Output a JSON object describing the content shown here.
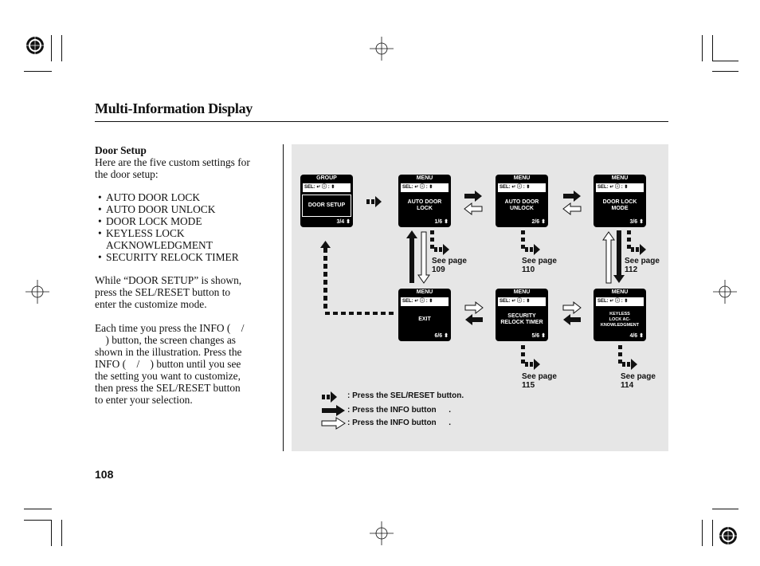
{
  "header": {
    "title": "Multi-Information Display"
  },
  "door_setup": {
    "heading": "Door Setup",
    "intro_lines": [
      "Here are the five custom settings for",
      "the door setup:"
    ],
    "settings": [
      "AUTO DOOR LOCK",
      "AUTO DOOR UNLOCK",
      "DOOR LOCK MODE",
      "KEYLESS LOCK",
      "SECURITY RELOCK TIMER"
    ],
    "settings_continuation": "ACKNOWLEDGMENT",
    "para2_lines": [
      "While “DOOR SETUP” is shown,",
      "press the SEL/RESET button to",
      "enter the customize mode."
    ],
    "para3_lines": [
      "Each time you press the INFO ( /",
      " ) button, the screen changes as",
      "shown in the illustration. Press the",
      "INFO ( / ) button until you see",
      "the setting you want to customize,",
      "then press the SEL/RESET button",
      "to enter your selection."
    ]
  },
  "diagram": {
    "sel_label": "SEL: ↵  ⓘ : ⬍",
    "screens": [
      {
        "id": "door-setup",
        "header": "GROUP",
        "body": "DOOR SETUP",
        "page": "3/4 ⬍"
      },
      {
        "id": "auto-door-lock",
        "header": "MENU",
        "body": "AUTO DOOR\nLOCK",
        "page": "1/6 ⬍"
      },
      {
        "id": "auto-door-unlock",
        "header": "MENU",
        "body": "AUTO DOOR\nUNLOCK",
        "page": "2/6 ⬍"
      },
      {
        "id": "door-lock-mode",
        "header": "MENU",
        "body": "DOOR LOCK\nMODE",
        "page": "3/6 ⬍"
      },
      {
        "id": "exit",
        "header": "MENU",
        "body": "EXIT",
        "page": "6/6 ⬍"
      },
      {
        "id": "security-relock-timer",
        "header": "MENU",
        "body": "SECURITY\nRELOCK TIMER",
        "page": "5/6 ⬍"
      },
      {
        "id": "keyless-lock-ack",
        "header": "MENU",
        "body": "KEYLESS\nLOCK AC-\nKNOWLEDGMENT",
        "page": "4/6 ⬍"
      }
    ],
    "see_pages": [
      {
        "label": "See page",
        "page": "109"
      },
      {
        "label": "See page",
        "page": "110"
      },
      {
        "label": "See page",
        "page": "112"
      },
      {
        "label": "See page",
        "page": "115"
      },
      {
        "label": "See page",
        "page": "114"
      }
    ],
    "legend": [
      ": Press the SEL/RESET button.",
      ": Press the INFO button   .",
      ": Press the INFO button   ."
    ],
    "colors": {
      "panel": "#e6e6e6",
      "ink": "#111111",
      "screen": "#000000"
    }
  },
  "footer": {
    "page_number": "108"
  }
}
